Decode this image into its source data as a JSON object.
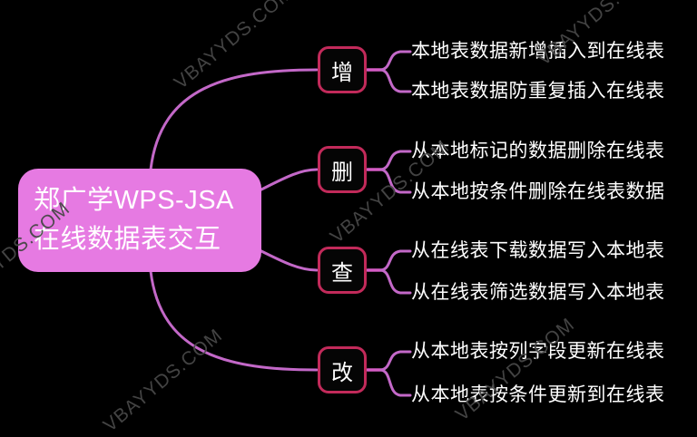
{
  "central_topic": {
    "line1": "郑广学WPS-JSA",
    "line2": "在线数据表交互"
  },
  "branches": [
    {
      "label": "增",
      "leaves": [
        "本地表数据新增插入到在线表",
        "本地表数据防重复插入在线表"
      ]
    },
    {
      "label": "删",
      "leaves": [
        "从本地标记的数据删除在线表",
        "从本地按条件删除在线表数据"
      ]
    },
    {
      "label": "查",
      "leaves": [
        "从在线表下载数据写入本地表",
        "从在线表筛选数据写入本地表"
      ]
    },
    {
      "label": "改",
      "leaves": [
        "从本地表按列字段更新在线表",
        "从本地表按条件更新到在线表"
      ]
    }
  ],
  "watermark": {
    "text": "VBAYYDS.COM"
  },
  "colors": {
    "background": "#000000",
    "central_fill": "#e67ae2",
    "central_text": "#ffffff",
    "branch_fill": "#050505",
    "branch_border": "#c22a5a",
    "branch_text": "#ffffff",
    "leaf_text": "#ffffff",
    "connector": "#c368c8",
    "connector_stub": "#d55cc5",
    "watermark": "#474747"
  }
}
